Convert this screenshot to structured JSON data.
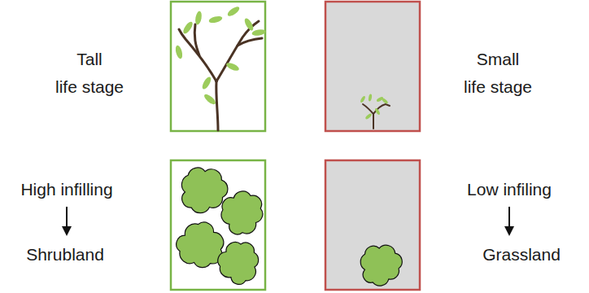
{
  "diagram": {
    "labels": [
      "Tall life stage",
      "Small life stage",
      "High infilling",
      "Shrubland",
      "Low infiling",
      "Grassland"
    ]
  }
}
